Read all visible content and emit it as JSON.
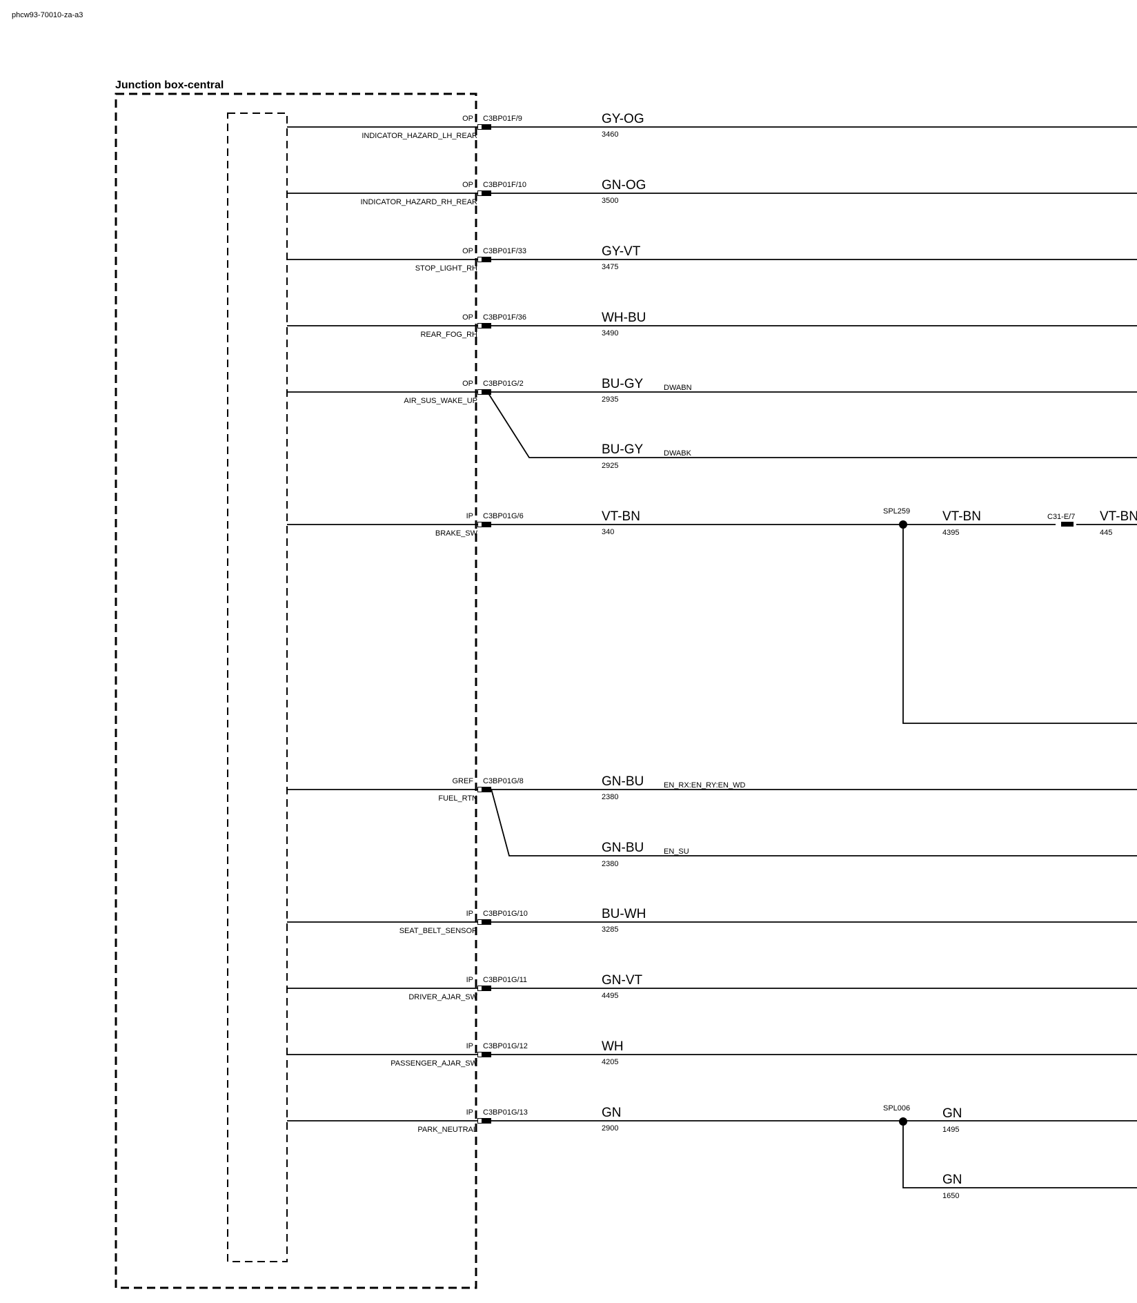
{
  "doc_ref": "phcw93-70010-za-a3",
  "box_title": "Junction box-central",
  "circuits": [
    {
      "io": "OP",
      "signal": "INDICATOR_HAZARD_LH_REAR",
      "pin": "C3BP01F/9",
      "color": "GY-OG",
      "wire_no": "3460"
    },
    {
      "io": "OP",
      "signal": "INDICATOR_HAZARD_RH_REAR",
      "pin": "C3BP01F/10",
      "color": "GN-OG",
      "wire_no": "3500"
    },
    {
      "io": "OP",
      "signal": "STOP_LIGHT_RH",
      "pin": "C3BP01F/33",
      "color": "GY-VT",
      "wire_no": "3475"
    },
    {
      "io": "OP",
      "signal": "REAR_FOG_RH",
      "pin": "C3BP01F/36",
      "color": "WH-BU",
      "wire_no": "3490"
    },
    {
      "io": "OP",
      "signal": "AIR_SUS_WAKE_UP",
      "pin": "C3BP01G/2",
      "color": "BU-GY",
      "wire_no": "2935",
      "option": "DWABN"
    },
    {
      "io": "IP",
      "signal": "BRAKE_SW",
      "pin": "C3BP01G/6",
      "color": "VT-BN",
      "wire_no": "340"
    },
    {
      "io": "GREF",
      "signal": "FUEL_RTN",
      "pin": "C3BP01G/8",
      "color": "GN-BU",
      "wire_no": "2380",
      "option": "EN_RX:EN_RY:EN_WD"
    },
    {
      "io": "IP",
      "signal": "SEAT_BELT_SENSOR",
      "pin": "C3BP01G/10",
      "color": "BU-WH",
      "wire_no": "3285"
    },
    {
      "io": "IP",
      "signal": "DRIVER_AJAR_SW",
      "pin": "C3BP01G/11",
      "color": "GN-VT",
      "wire_no": "4495"
    },
    {
      "io": "IP",
      "signal": "PASSENGER_AJAR_SW",
      "pin": "C3BP01G/12",
      "color": "WH",
      "wire_no": "4205"
    },
    {
      "io": "IP",
      "signal": "PARK_NEUTRAL",
      "pin": "C3BP01G/13",
      "color": "GN",
      "wire_no": "2900"
    }
  ],
  "branches": {
    "air_sus": {
      "color": "BU-GY",
      "wire_no": "2925",
      "option": "DWABK"
    },
    "fuel": {
      "color": "GN-BU",
      "wire_no": "2380",
      "option": "EN_SU"
    },
    "brake_splice": {
      "splice": "SPL259",
      "color": "VT-BN",
      "wire_no": "4395",
      "connector": "C31-E/7",
      "color2": "VT-BN",
      "wire_no2": "445"
    },
    "park_splice": {
      "splice": "SPL006",
      "color": "GN",
      "wire_no": "1495",
      "color_branch": "GN",
      "wire_no_branch": "1650"
    }
  }
}
